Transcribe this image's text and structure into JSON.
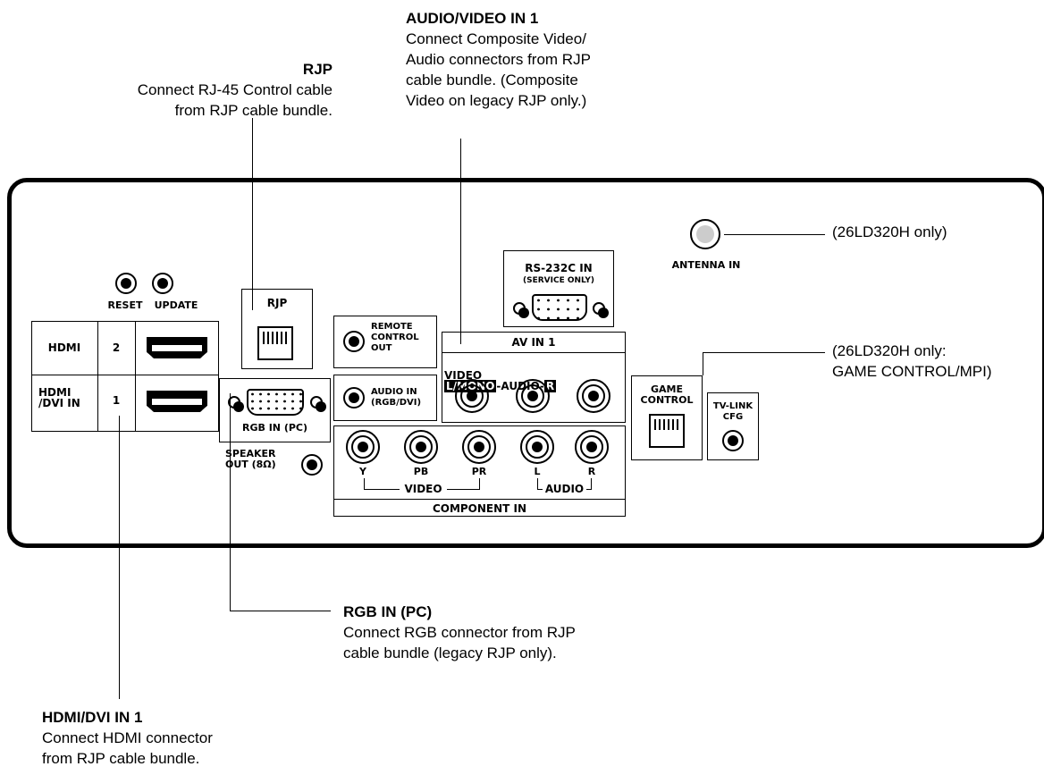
{
  "callouts": {
    "av_in_1": {
      "title": "AUDIO/VIDEO IN 1",
      "body": "Connect Composite Video/\nAudio connectors from RJP\ncable bundle. (Composite\nVideo on legacy RJP only.)"
    },
    "rjp": {
      "title": "RJP",
      "body": "Connect RJ-45 Control cable\nfrom RJP cable bundle."
    },
    "antenna": {
      "text": "(26LD320H only)"
    },
    "game_control": {
      "text": "(26LD320H only:\nGAME CONTROL/MPI)"
    },
    "rgb_in": {
      "title": "RGB IN (PC)",
      "body": "Connect RGB connector from RJP\ncable bundle (legacy RJP only)."
    },
    "hdmi_dvi": {
      "title": "HDMI/DVI IN 1",
      "body": "Connect HDMI connector\nfrom RJP cable bundle."
    }
  },
  "panel": {
    "reset": "RESET",
    "update": "UPDATE",
    "hdmi_label": "HDMI",
    "hdmi_num_2": "2",
    "hdmi_dvi_label": "HDMI\n/DVI IN",
    "hdmi_num_1": "1",
    "rjp": "RJP",
    "rgb_in": "RGB IN (PC)",
    "speaker_out": "SPEAKER\nOUT (8Ω)",
    "remote_control_out": "REMOTE\nCONTROL\nOUT",
    "audio_in_rgb": "AUDIO IN\n(RGB/DVI)",
    "rs232c_title": "RS-232C IN",
    "rs232c_sub": "(SERVICE ONLY)",
    "av_in_1": "AV IN 1",
    "av_video": "VIDEO",
    "av_lmono": "L/MONO",
    "av_audio": "-AUDIO-",
    "av_r": "R",
    "comp_y": "Y",
    "comp_pb": "PB",
    "comp_pr": "PR",
    "comp_l": "L",
    "comp_r": "R",
    "comp_video": "VIDEO",
    "comp_audio": "AUDIO",
    "component_in": "COMPONENT IN",
    "antenna_in": "ANTENNA IN",
    "game_control": "GAME\nCONTROL",
    "tv_link_cfg": "TV-LINK\nCFG"
  }
}
